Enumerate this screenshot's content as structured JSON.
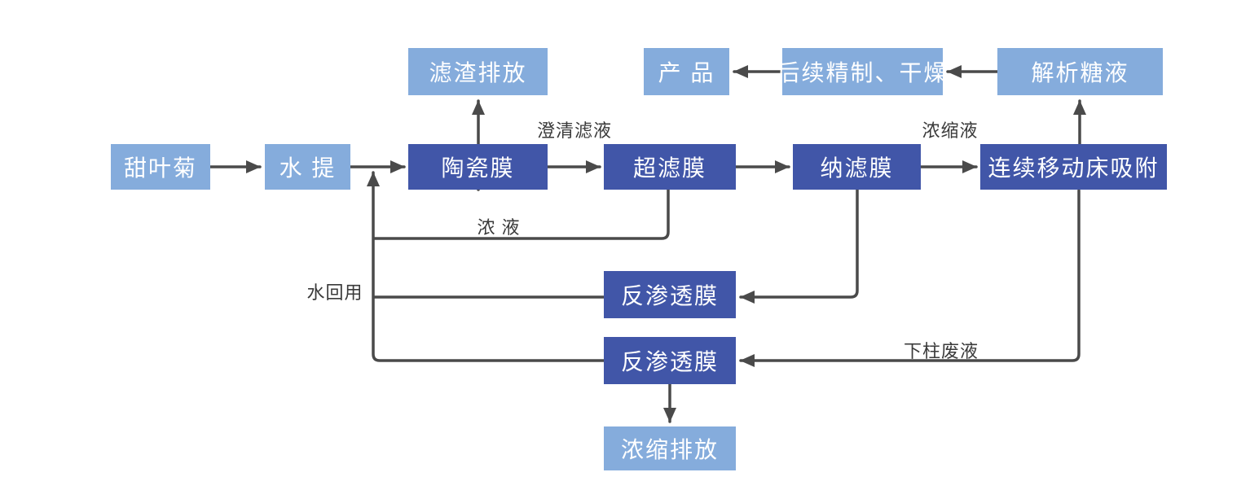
{
  "diagram": {
    "title_hint": "stevia-membrane-process-flowchart",
    "colors": {
      "light_node": "#85ACDC",
      "dark_node": "#4156A8",
      "connector": "#4a4a4a",
      "node_text": "#ffffff",
      "edge_label_text": "#3a3a3a",
      "background": "#ffffff"
    },
    "nodes": {
      "stevia": {
        "label": "甜叶菊",
        "style": "light"
      },
      "water_extraction": {
        "label": "水 提",
        "style": "light"
      },
      "ceramic_membrane": {
        "label": "陶瓷膜",
        "style": "dark"
      },
      "ultrafiltration_membrane": {
        "label": "超滤膜",
        "style": "dark"
      },
      "nanofiltration_membrane": {
        "label": "纳滤膜",
        "style": "dark"
      },
      "moving_bed_adsorption": {
        "label": "连续移动床吸附",
        "style": "dark"
      },
      "residue_discharge": {
        "label": "滤渣排放",
        "style": "light"
      },
      "product": {
        "label": "产 品",
        "style": "light"
      },
      "refining_drying": {
        "label": "后续精制、干燥",
        "style": "light"
      },
      "desorbed_sugar_liquid": {
        "label": "解析糖液",
        "style": "light"
      },
      "reverse_osmosis_1": {
        "label": "反渗透膜",
        "style": "dark"
      },
      "reverse_osmosis_2": {
        "label": "反渗透膜",
        "style": "dark"
      },
      "concentrate_discharge": {
        "label": "浓缩排放",
        "style": "light"
      }
    },
    "edge_labels": {
      "clarified_filtrate": {
        "text": "澄清滤液"
      },
      "concentrated_liquid": {
        "text": "浓缩液"
      },
      "concentrate": {
        "text": "浓 液"
      },
      "water_reuse": {
        "text": "水回用"
      },
      "column_waste_liquid": {
        "text": "下柱废液"
      }
    }
  }
}
